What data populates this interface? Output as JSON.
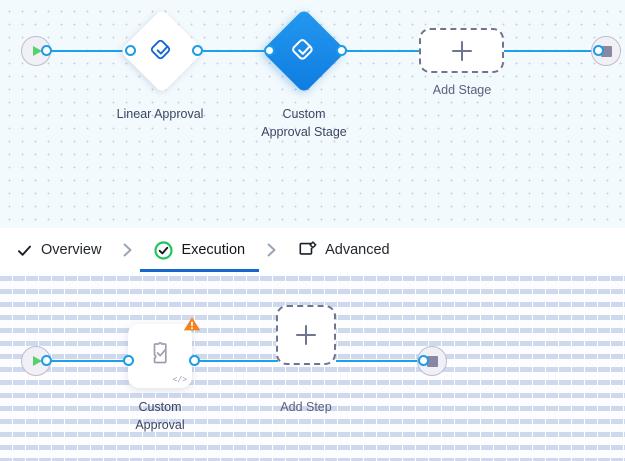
{
  "colors": {
    "edge": "#20a0ea",
    "port_stroke": "#1d9ce8",
    "active_stage_blue": "#0e7ce0",
    "tab_active_underline": "#1667c9",
    "tab_check_green": "#1fc45a",
    "start_play_green": "#5ad06a",
    "stop_square_gray": "#8a87a3",
    "warning_orange": "#f58220",
    "label_text": "#3b4663",
    "stage_canvas_bg": "#f2fafd",
    "step_canvas_bg": "#fdfdff"
  },
  "stage_canvas": {
    "name": "stage-flow-canvas",
    "start_node": {
      "icon": "play-icon",
      "title": "Start"
    },
    "end_node": {
      "icon": "stop-icon",
      "title": "End"
    },
    "stages": [
      {
        "id": "linear-approval",
        "label": "Linear Approval",
        "icon": "approval-diamond-check-icon",
        "state": "idle"
      },
      {
        "id": "custom-approval-stage",
        "label": "Custom\nApproval Stage",
        "icon": "approval-diamond-check-icon",
        "state": "selected"
      }
    ],
    "add_stage": {
      "label": "Add Stage",
      "icon": "plus-icon"
    }
  },
  "tabs": {
    "items": [
      {
        "id": "overview",
        "label": "Overview",
        "icon": "check-icon",
        "active": false
      },
      {
        "id": "execution",
        "label": "Execution",
        "icon": "check-circle-icon",
        "active": true
      },
      {
        "id": "advanced",
        "label": "Advanced",
        "icon": "card-gear-icon",
        "active": false
      }
    ],
    "separator_icon": "chevron-right-icon"
  },
  "step_canvas": {
    "name": "step-flow-canvas",
    "start_node": {
      "icon": "play-icon",
      "title": "Start"
    },
    "end_node": {
      "icon": "stop-icon",
      "title": "End"
    },
    "steps": [
      {
        "id": "custom-approval",
        "label": "Custom\nApproval",
        "icon": "puzzle-check-icon",
        "badge_icon": "warning-triangle-icon",
        "code_badge": "</>"
      }
    ],
    "add_step": {
      "label": "Add Step",
      "icon": "plus-icon"
    }
  }
}
